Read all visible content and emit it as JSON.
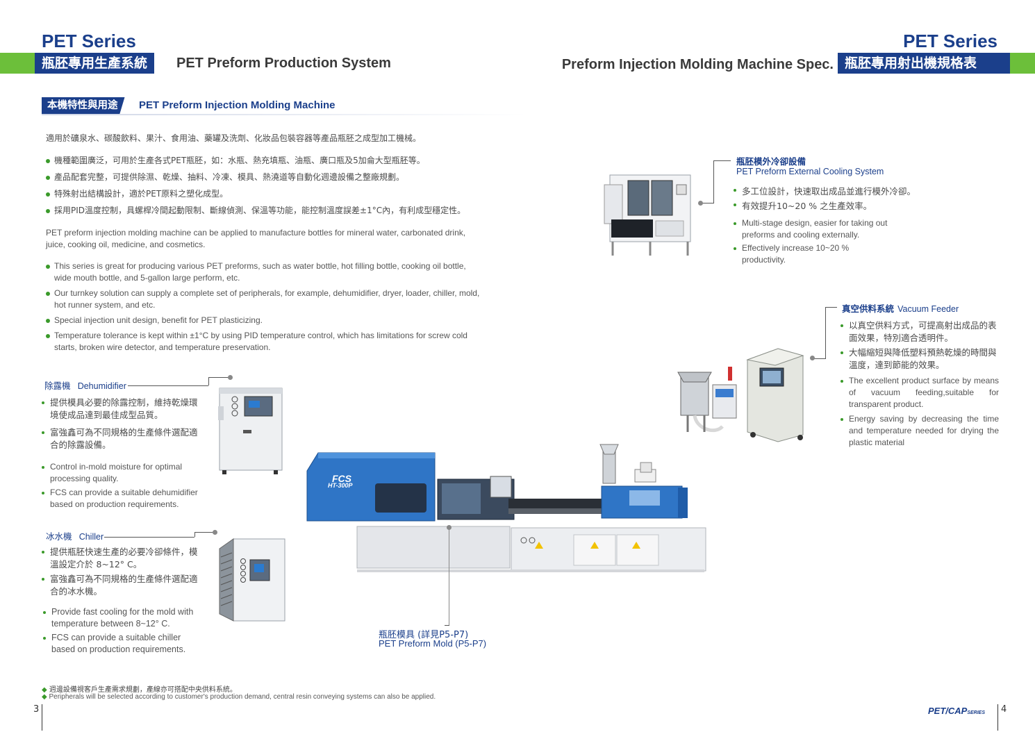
{
  "left_header": {
    "series": "PET Series",
    "title_cn": "瓶胚專用生產系統",
    "title_en": "PET Preform Production System"
  },
  "right_header": {
    "series": "PET Series",
    "title_en": "Preform Injection Molding Machine Spec.",
    "title_cn": "瓶胚專用射出機規格表"
  },
  "section": {
    "tag_cn": "本機特性與用途",
    "title_en": "PET Preform Injection Molding Machine"
  },
  "intro_cn": "適用於礦泉水、碳酸飲料、果汁、食用油、藥罐及洗劑、化妝品包裝容器等產品瓶胚之成型加工機械。",
  "features_cn": [
    "機種範圍廣泛，可用於生產各式PET瓶胚，如：水瓶、熱充填瓶、油瓶、廣口瓶及5加侖大型瓶胚等。",
    "產品配套完整，可提供除濕、乾燥、抽料、冷凍、模具、熱澆道等自動化週邊設備之整廠規劃。",
    "特殊射出結構設計，適於PET原料之塑化成型。",
    "採用PID溫度控制，具螺桿冷間起動限制、斷線偵測、保溫等功能，能控制溫度誤差±1°C內，有利成型穩定性。"
  ],
  "intro_en": "PET preform injection molding machine can be applied to manufacture bottles for mineral water, carbonated drink, juice, cooking oil, medicine, and cosmetics.",
  "features_en": [
    "This series is great for producing various PET preforms, such as water bottle, hot filling bottle, cooking oil bottle, wide mouth bottle, and 5-gallon large perform, etc.",
    "Our turnkey solution can supply a complete set of peripherals, for example, dehumidifier, dryer, loader, chiller, mold, hot runner system, and etc.",
    "Special injection unit design, benefit for PET plasticizing.",
    "Temperature tolerance is kept within ±1°C by using PID temperature control, which has limitations for screw cold starts, broken wire detector, and temperature preservation."
  ],
  "dehumidifier": {
    "label_cn": "除露機",
    "label_en": "Dehumidifier",
    "items_cn": [
      "提供模具必要的除露控制，維持乾燥環境使成品達到最佳成型品質。",
      "富強鑫可為不同規格的生產條件選配適合的除露設備。"
    ],
    "items_en": [
      "Control in-mold moisture for optimal processing quality.",
      "FCS can provide a suitable dehumidifier based on production requirements."
    ]
  },
  "chiller": {
    "label_cn": "冰水機",
    "label_en": "Chiller",
    "items_cn": [
      "提供瓶胚快速生產的必要冷卻條件，模溫設定介於 8~12° C。",
      "富強鑫可為不同規格的生產條件選配適合的冰水機。"
    ],
    "items_en": [
      "Provide fast cooling for the mold with temperature between 8~12° C.",
      "FCS can provide a suitable chiller based on production requirements."
    ]
  },
  "cooling": {
    "label_cn": "瓶胚模外冷卻設備",
    "label_en": "PET Preform External Cooling System",
    "items_cn": [
      "多工位設計，快速取出成品並進行模外冷卻。",
      "有效提升10~20 % 之生產效率。"
    ],
    "items_en": [
      "Multi-stage design, easier for taking out preforms and cooling externally.",
      "Effectively increase 10~20 % productivity."
    ]
  },
  "vacuum": {
    "label_cn": "真空供料系統",
    "label_en": "Vacuum Feeder",
    "items_cn": [
      "以真空供料方式，可提高射出成品的表面效果，特別適合透明件。",
      "大幅縮短與降低塑料預熱乾燥的時間與溫度，達到節能的效果。"
    ],
    "items_en": [
      "The excellent product surface by means of vacuum feeding,suitable for transparent product.",
      "Energy saving by decreasing the time and temperature needed for drying the plastic material"
    ]
  },
  "mold": {
    "label_cn": "瓶胚模具 (詳見P5-P7)",
    "label_en": "PET Preform Mold (P5-P7)"
  },
  "machine": {
    "brand": "FCS",
    "model": "HT-300P"
  },
  "footer": {
    "note_cn": "週邊設備視客戶生產需求規劃，產線亦可搭配中央供料系統。",
    "note_en": "Peripherals will be selected according to customer's production demand, central resin conveying systems can also be applied.",
    "page_left": "3",
    "page_right": "4",
    "logo": "PET/CAP",
    "logo_series": "SERIES"
  },
  "colors": {
    "navy": "#1b3f8b",
    "green": "#6cbf3a"
  }
}
